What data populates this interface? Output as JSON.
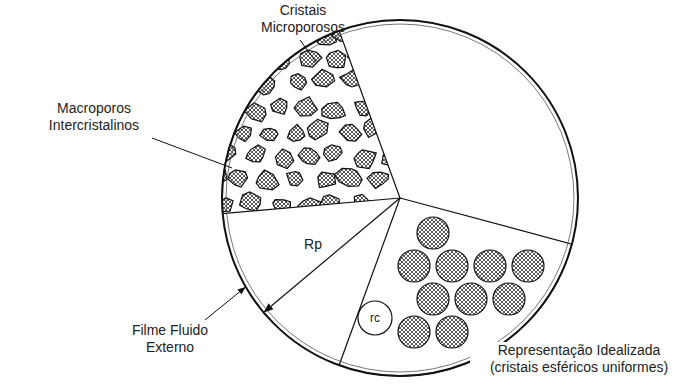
{
  "diagram": {
    "labels": [
      "Cristais Microporosos",
      "Macroporos Intercristalinos",
      "Rp",
      "rc",
      "Filme Fluido Externo",
      "Representação Idealizada (cristais esféricos uniformes)"
    ]
  }
}
